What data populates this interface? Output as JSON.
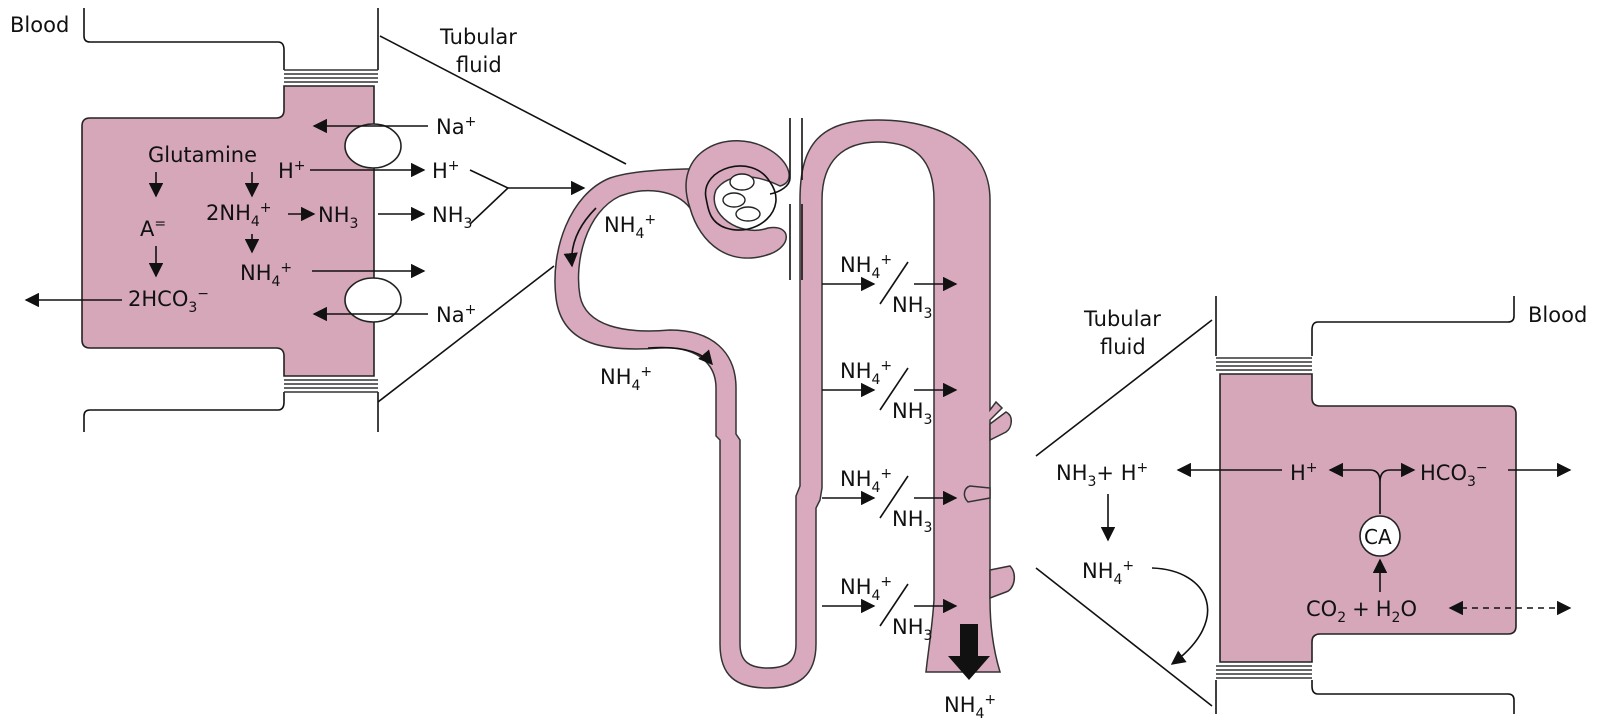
{
  "colors": {
    "cell_fill": "#d5a7b9",
    "tube_fill": "#d9aabd",
    "line": "#111111"
  },
  "left_panel": {
    "blood": "Blood",
    "tubular": "Tubular",
    "fluid": "fluid",
    "na": "Na",
    "plus": "+",
    "h": "H",
    "glutamine": "Glutamine",
    "a_ion": "A",
    "a_charge": "=",
    "two_nh4": "2NH",
    "nh3_in": "NH",
    "nh3_out": "NH",
    "nh4_cell": "NH",
    "two_hco3": "2HCO",
    "sub3": "3",
    "sub4": "4",
    "minus": "−"
  },
  "nephron": {
    "nh4_proximal_1": "NH",
    "nh4_proximal_2": "NH",
    "nh4_collect": "NH",
    "nh3_collect": "NH",
    "nh4_final": "NH",
    "sub3": "3",
    "sub4": "4",
    "plus": "+"
  },
  "right_panel": {
    "blood": "Blood",
    "tubular": "Tubular",
    "fluid": "fluid",
    "nh3_plus_h_a": "NH",
    "nh3_plus_h_b": "+ H",
    "h": "H",
    "hco3": "HCO",
    "ca": "CA",
    "nh4": "NH",
    "co2": "CO",
    "plus": "+",
    "h2o_a": "H",
    "h2o_b": "O",
    "sub2": "2",
    "sub3": "3",
    "sub4": "4",
    "minus": "−"
  }
}
